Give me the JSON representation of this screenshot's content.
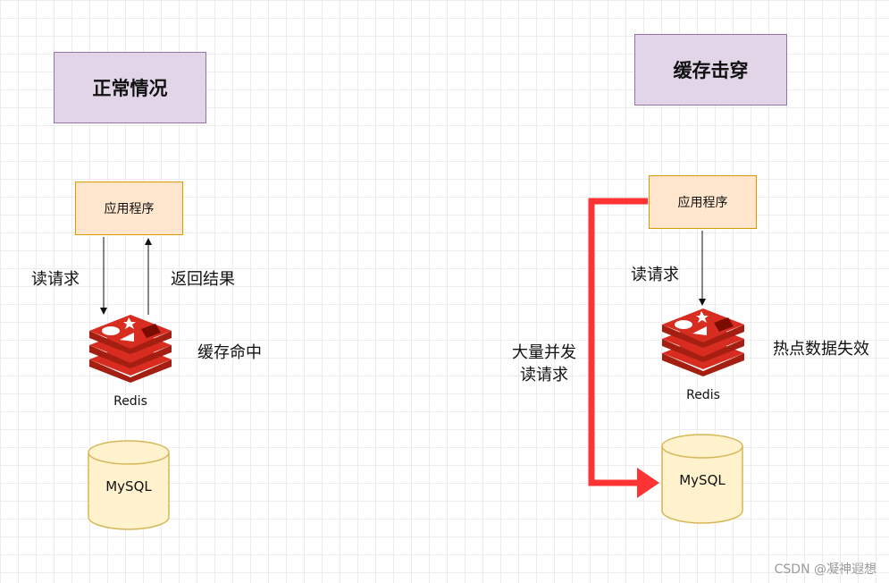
{
  "left": {
    "title": "正常情况",
    "app_label": "应用程序",
    "read_request": "读请求",
    "return_result": "返回结果",
    "cache_hit": "缓存命中",
    "redis_label": "Redis",
    "mysql_label": "MySQL"
  },
  "right": {
    "title": "缓存击穿",
    "app_label": "应用程序",
    "read_request": "读请求",
    "hotspot_expired": "热点数据失效",
    "concurrent_line1": "大量并发",
    "concurrent_line2": "读请求",
    "redis_label": "Redis",
    "mysql_label": "MySQL"
  },
  "watermark": "CSDN @凝神遐想",
  "colors": {
    "title_fill": "#e1d5e7",
    "title_border": "#9673a6",
    "app_fill": "#ffe6cc",
    "app_border": "#d79b00",
    "db_fill": "#fff2cc",
    "db_border": "#d6b656",
    "redis_red": "#c6302b",
    "highlight_arrow": "#ff3333"
  }
}
